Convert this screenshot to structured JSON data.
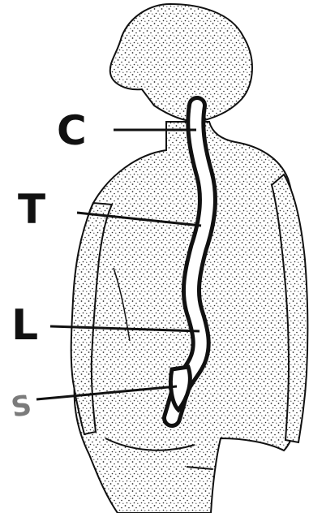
{
  "labels": {
    "cervical": "C",
    "thoracic": "T",
    "lumbar": "L",
    "sacral": "S"
  },
  "colors": {
    "ink": "#111111",
    "stipple": "#2a2a2a",
    "paper": "#ffffff"
  },
  "icons": {
    "figure": "human-back-silhouette-icon",
    "spine": "spinal-column-icon"
  }
}
